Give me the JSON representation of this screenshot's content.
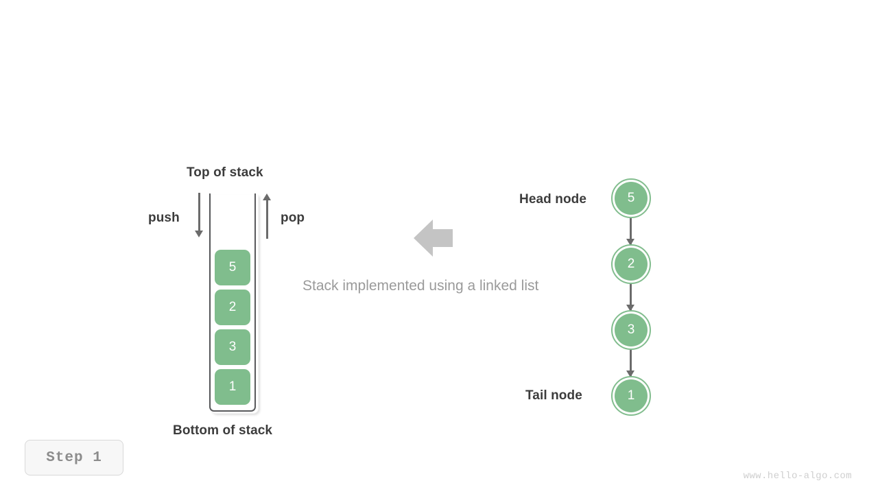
{
  "background": "#ffffff",
  "colors": {
    "node_green": "#80bd8d",
    "node_ring": "#82bd8e",
    "arrow_gray": "#6b6b6b",
    "block_arrow_gray": "#c4c4c4",
    "label_dark": "#3c3c3c",
    "caption_gray": "#9a9a9a",
    "container_stroke": "#58595b",
    "badge_text": "#8c8c8c",
    "watermark": "#cfcfcf"
  },
  "stack": {
    "top_label": "Top of stack",
    "bottom_label": "Bottom of stack",
    "push_label": "push",
    "pop_label": "pop",
    "cells": [
      {
        "value": "5"
      },
      {
        "value": "2"
      },
      {
        "value": "3"
      },
      {
        "value": "1"
      }
    ]
  },
  "caption": {
    "text": "Stack implemented using a linked list"
  },
  "linked_list": {
    "head_label": "Head node",
    "tail_label": "Tail node",
    "nodes": [
      {
        "value": "5"
      },
      {
        "value": "2"
      },
      {
        "value": "3"
      },
      {
        "value": "1"
      }
    ]
  },
  "step_badge": {
    "text": "Step 1"
  },
  "watermark": {
    "text": "www.hello-algo.com"
  },
  "chart_data": {
    "type": "diagram",
    "title": "Stack implemented using a linked list",
    "left_panel": {
      "kind": "stack",
      "top_of_stack": "5",
      "bottom_of_stack": "1",
      "elements_top_to_bottom": [
        "5",
        "2",
        "3",
        "1"
      ],
      "operations": [
        "push",
        "pop"
      ]
    },
    "right_panel": {
      "kind": "singly-linked-list",
      "head": "5",
      "tail": "1",
      "nodes_head_to_tail": [
        "5",
        "2",
        "3",
        "1"
      ],
      "links": [
        [
          "5",
          "2"
        ],
        [
          "2",
          "3"
        ],
        [
          "3",
          "1"
        ]
      ]
    },
    "step": "Step 1"
  }
}
